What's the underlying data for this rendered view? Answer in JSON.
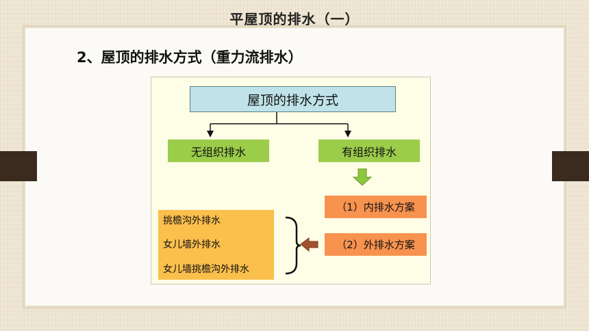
{
  "slide": {
    "title": "平屋顶的排水（一）",
    "subtitle": "2、屋顶的排水方式（重力流排水）"
  },
  "diagram": {
    "root": "屋顶的排水方式",
    "left_branch": "无组织排水",
    "right_branch": "有组织排水",
    "schemes": [
      "（1）内排水方案",
      "（2）外排水方案"
    ],
    "outer_methods": [
      "挑檐沟外排水",
      "女儿墙外排水",
      "女儿墙挑檐沟外排水"
    ]
  },
  "colors": {
    "root_fill": "#bfe3e8",
    "branch_fill": "#9bcc4a",
    "scheme_fill": "#f8924f",
    "methods_fill": "#fbbf4c",
    "down_arrow": "#8dc63f",
    "left_arrow": "#a0522d"
  }
}
